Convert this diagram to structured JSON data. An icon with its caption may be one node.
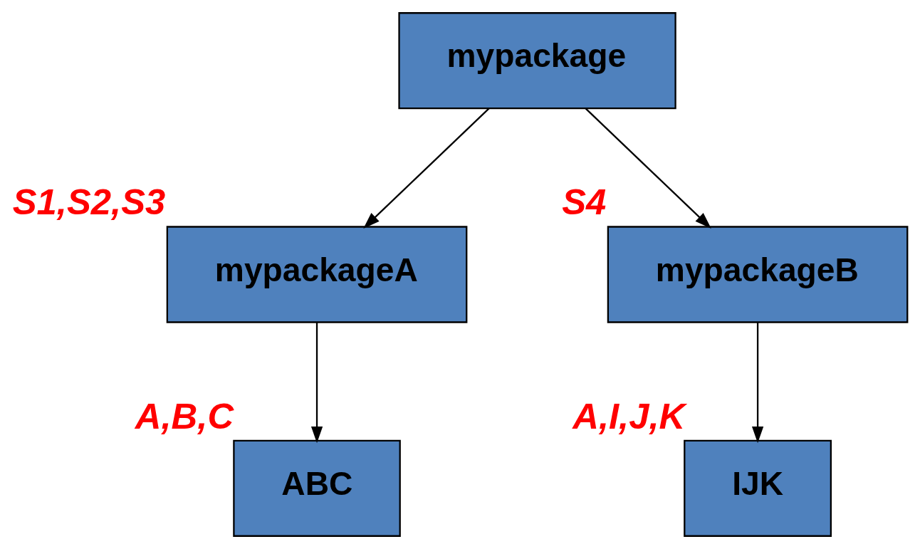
{
  "diagram": {
    "nodes": [
      {
        "text": [
          "mypackage"
        ]
      },
      {
        "text": [
          "mypackageA"
        ],
        "beside": [
          "S1,S2,S3"
        ]
      },
      {
        "text": [
          "mypackageB"
        ],
        "beside": [
          "S4"
        ]
      },
      {
        "text": [
          "ABC"
        ],
        "beside": [
          "A,B,C"
        ]
      },
      {
        "text": [
          "IJK"
        ],
        "beside": [
          "A,I,J,K"
        ]
      }
    ],
    "edges": [
      {
        "from": 0,
        "to": 1,
        "arrow": "to"
      },
      {
        "from": 0,
        "to": 2,
        "arrow": "to"
      },
      {
        "from": 1,
        "to": 3,
        "arrow": "to"
      },
      {
        "from": 2,
        "to": 4,
        "arrow": "to"
      }
    ]
  }
}
